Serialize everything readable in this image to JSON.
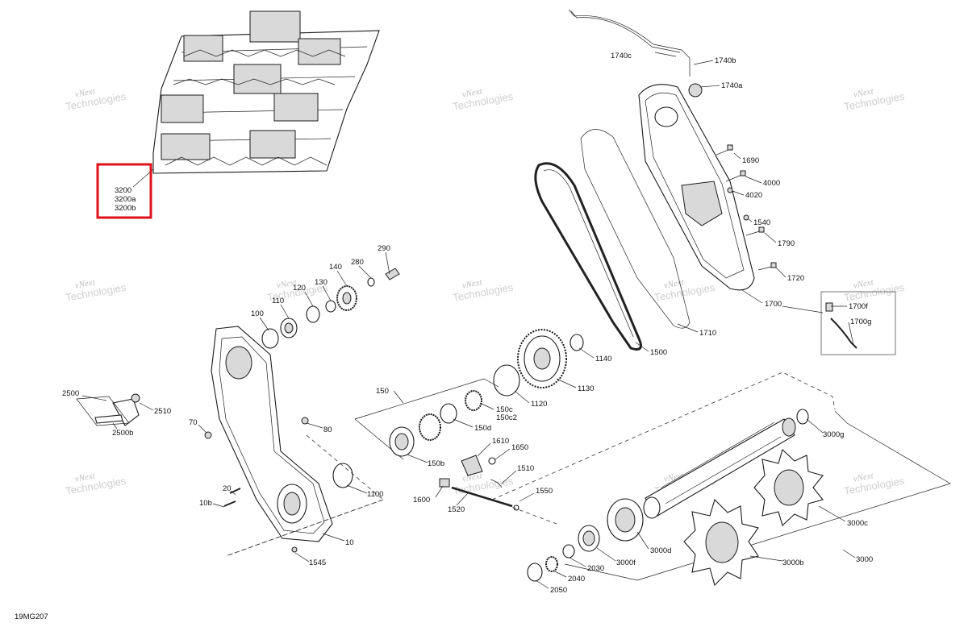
{
  "diagram": {
    "code": "19MG207",
    "highlight_labels": [
      "3200",
      "3200a",
      "3200b"
    ],
    "watermark_line1": "vNext",
    "watermark_line2": "Technologies",
    "callouts": {
      "c1740c": "1740c",
      "c1740b": "1740b",
      "c1740a": "1740a",
      "c1690": "1690",
      "c4000": "4000",
      "c4020": "4020",
      "c1540": "1540",
      "c1790": "1790",
      "c1720": "1720",
      "c1700": "1700",
      "c1700f": "1700f",
      "c1700g": "1700g",
      "c1710": "1710",
      "c1500": "1500",
      "c1140": "1140",
      "c1130": "1130",
      "c1120": "1120",
      "c290": "290",
      "c280": "280",
      "c140": "140",
      "c130": "130",
      "c120": "120",
      "c110": "110",
      "c100": "100",
      "c150": "150",
      "c150c": "150c",
      "c150c2": "150c2",
      "c150d": "150d",
      "c150b": "150b",
      "c1610": "1610",
      "c1650": "1650",
      "c1510": "1510",
      "c1550": "1550",
      "c1600": "1600",
      "c1520": "1520",
      "c2500": "2500",
      "c2510": "2510",
      "c2500b": "2500b",
      "c70": "70",
      "c80": "80",
      "c20": "20",
      "c10b": "10b",
      "c1100": "1100",
      "c10": "10",
      "c1545": "1545",
      "c3000g": "3000g",
      "c3000c": "3000c",
      "c3000d": "3000d",
      "c3000f": "3000f",
      "c3000b": "3000b",
      "c3000": "3000",
      "c2030": "2030",
      "c2040": "2040",
      "c2050": "2050"
    }
  }
}
